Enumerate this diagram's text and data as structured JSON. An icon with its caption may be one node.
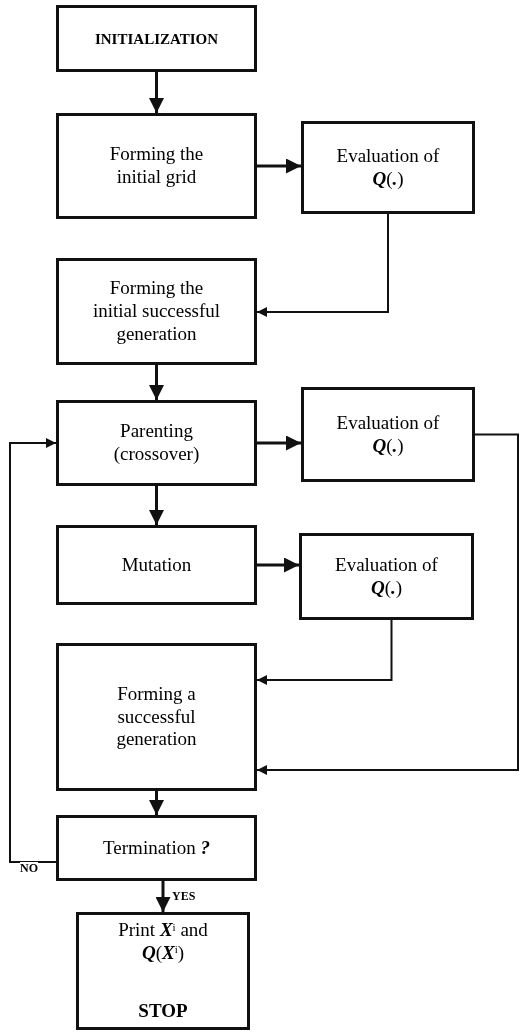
{
  "diagram": {
    "nodes": [
      {
        "text": [
          "INITIALIZATION"
        ]
      },
      {
        "text": [
          "Forming the initial grid"
        ]
      },
      {
        "text": [
          "Evaluation of **Q**(**.**)"
        ]
      },
      {
        "text": [
          "Forming the initial successful generation"
        ]
      },
      {
        "text": [
          "Parenting (crossover)"
        ]
      },
      {
        "text": [
          "Evaluation of **Q**(**.**)"
        ]
      },
      {
        "text": [
          "Mutation"
        ]
      },
      {
        "text": [
          "Evaluation of **Q**(**.**)"
        ]
      },
      {
        "text": [
          "Forming a successful generation"
        ]
      },
      {
        "text": [
          "Termination **?**"
        ]
      },
      {
        "text": [
          "Print **X**$^{i}$ and **Q**(**X**$^{i}$)",
          "STOP"
        ]
      }
    ],
    "edges": [
      {
        "from": 0,
        "to": 1,
        "arrow": "to"
      },
      {
        "from": 1,
        "to": 2,
        "arrow": "to"
      },
      {
        "from": 2,
        "to": 3,
        "arrow": "to"
      },
      {
        "from": 3,
        "to": 4,
        "arrow": "to"
      },
      {
        "from": 4,
        "to": 5,
        "arrow": "to"
      },
      {
        "from": 4,
        "to": 6,
        "arrow": "to"
      },
      {
        "from": 6,
        "to": 7,
        "arrow": "to"
      },
      {
        "from": 7,
        "to": 8,
        "arrow": "to"
      },
      {
        "from": 5,
        "to": 8,
        "arrow": "to"
      },
      {
        "from": 8,
        "to": 9,
        "arrow": "to"
      },
      {
        "from": 9,
        "to": 4,
        "arrow": "to",
        "label": "NO"
      },
      {
        "from": 9,
        "to": 10,
        "arrow": "to",
        "label": "YES"
      }
    ]
  }
}
